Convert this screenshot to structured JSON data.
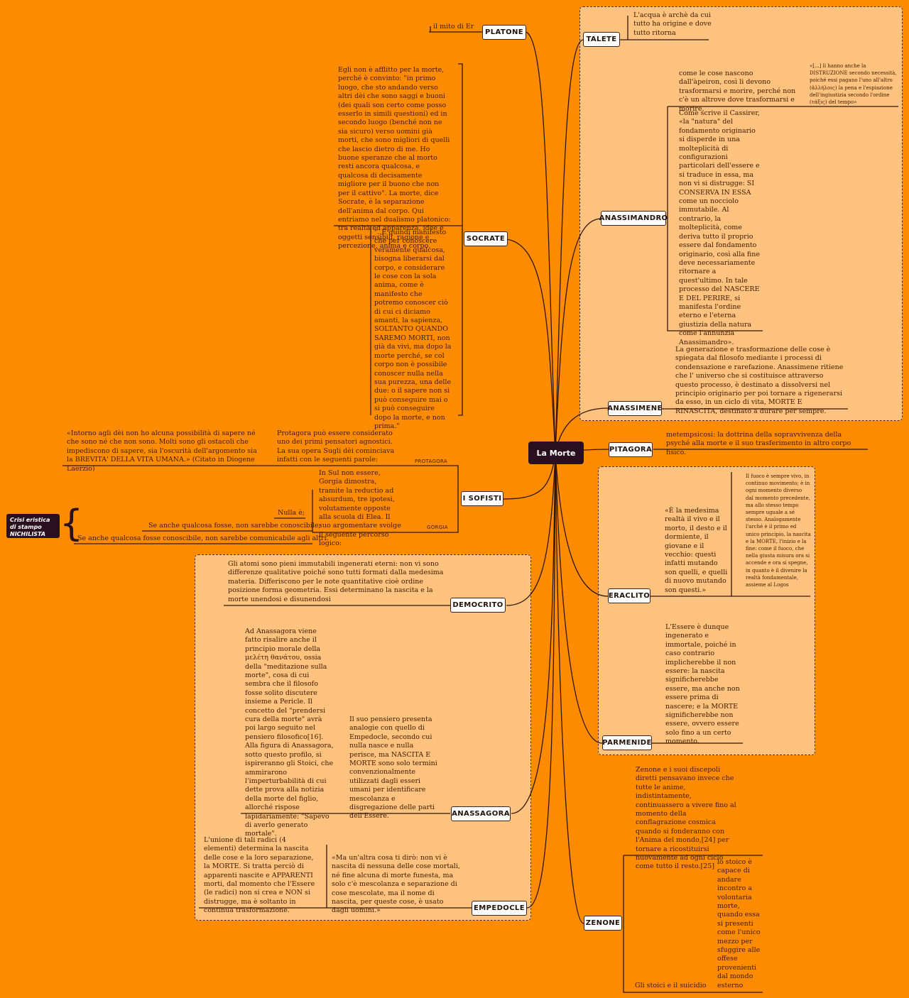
{
  "root": "La Morte",
  "nodes": {
    "platone": "PLATONE",
    "socrate": "SOCRATE",
    "sofisti": "I SOFISTI",
    "democrito": "DEMOCRITO",
    "anassagora": "ANASSAGORA",
    "empedocle": "EMPEDOCLE",
    "talete": "TALETE",
    "anassimandro": "ANASSIMANDRO",
    "anassimene": "ANASSIMENE",
    "pitagora": "PITAGORA",
    "eraclito": "ERACLITO",
    "parmenide": "PARMENIDE",
    "zenone": "ZENONE"
  },
  "crisi_tag": "Crisi eristica di stampo NICHILISTA",
  "labels": {
    "protagora": "PROTAGORA",
    "gorgia": "GORGIA"
  },
  "texts": {
    "platone_mito": "il mito di Er",
    "socrate_1": "Egli non è afflitto per la morte, perché è convinto: \"in primo luogo, che sto andando verso altri dèi che sono saggi e buoni (dei quali son certo come posso esserlo in simili questioni) ed in secondo luogo (benché non ne sia sicuro) verso uomini già morti, che sono migliori di quelli che lascio dietro di me. Ho buone speranze che al morto resti ancora qualcosa, e qualcosa di decisamente migliore per il buono che non per il cattivo\". La morte, dice Socrate, è la separazione dell'anima dal corpo. Qui entriamo nel dualismo platonico: tra realtà ed apparenza, idee e oggetti sensibili, ragione e percezione, anima e corpo.",
    "socrate_2": "\"..È quindi manifesto che per conoscere veramente qualcosa, bisogna liberarsi dal corpo, e considerare le cose con la sola anima, come è manifesto che potremo conoscer ciò di cui ci diciamo amanti, la sapienza, SOLTANTO QUANDO SAREMO MORTI, non già da vivi, ma dopo la morte perché, se col corpo non è possibile conoscer nulla nella sua purezza, una delle due: o il sapere non si può conseguire mai o si può conseguire dopo la morte, e non prima.\"",
    "protagora_quote": "«Intorno agli dèi non ho alcuna possibilità di sapere né che sono né che non sono. Molti sono gli ostacoli che impediscono di sapere, sia l'oscurità dell'argomento sia la BREVITA' DELLA VITA UMANA.» (Citato in Diogene Laerzio)",
    "protagora_intro": "Protagora può essere considerato uno dei primi pensatori agnostici. La sua opera Sugli dèi  cominciava infatti con le seguenti parole:",
    "gorgia": "In Sul non essere, Gorgia dimostra, tramite la reductio ad absurdum, tre ipotesi, volutamente opposte alla scuola di Elea. Il suo argomentare svolge il seguente percorso logico:",
    "nulla": "Nulla è;",
    "se1": "Se anche qualcosa fosse, non sarebbe conoscibile;",
    "se2": "Se anche qualcosa fosse conoscibile, non sarebbe comunicabile agli altri.",
    "democrito": "Gli atomi sono pieni immutabili ingenerati eterni: non vi sono differenze qualitative poiché sono tutti formati dalla medesima materia. Differiscono per le note quantitative cioè ordine posizione forma geometria. Essi determinano la nascita e la morte unendosi e disunendosi",
    "anassagora_1": "Ad Anassagora viene fatto risalire anche il principio morale della μελέτη θανάτου, ossia della \"meditazione sulla morte\", cosa di cui sembra che il filosofo fosse solito discutere insieme a Pericle. Il concetto del \"prendersi cura della morte\" avrà poi largo seguito nel pensiero filosofico[16]. Alla figura di Anassagora, sotto questo profilo, si ispireranno gli Stoici, che ammirarono l'imperturbabilità di cui dette prova alla notizia della morte del figlio, allorché rispose lapidariamente: \"Sapevo di averlo generato mortale\".",
    "anassagora_2": "Il suo pensiero presenta analogie con quello di Empedocle, secondo cui nulla nasce e nulla perisce, ma NASCITA E MORTE sono solo termini convenzionalmente utilizzati dagli esseri umani per identificare mescolanza e disgregazione delle parti dell'Essere.",
    "empedocle_1": "L'unione di tali radici (4 elementi) determina la nascita delle cose e la loro separazione, la MORTE. Si tratta perciò di apparenti nascite e APPARENTI morti, dal momento che l'Essere (le radici) non si crea e NON si distrugge, ma è soltanto in continua trasformazione.",
    "empedocle_2": "«Ma un'altra cosa ti dirò: non vi è nascita di nessuna delle cose mortali, né fine alcuna di morte funesta, ma solo c'è mescolanza e separazione di cose mescolate, ma il nome di nascita, per queste cose, è usato dagli uomini.»",
    "talete": "L'acqua è archè da cui tutto ha origine e dove tutto ritorna",
    "anassimandro_1": "come le cose nascono dall'àpeiron, così li devono trasformarsi e morire, perché non c'è un altrove dove trasformarsi e morire.",
    "anassimandro_small": "«[...] lì hanno anche la DISTRUZIONE secondo necessità, poiché essi pagano l'uno all'altro (ἀλλήλοις) la pena e l'espiazione dell'ingiustizia secondo l'ordine (τάξις) del tempo»",
    "anassimandro_2": "Come scrive il Cassirer, «la \"natura\" del fondamento originario si disperde in una molteplicità di configurazioni particolari dell'essere e si traduce in essa, ma non vi si distrugge: SI CONSERVA IN ESSA come un nocciolo immutabile. Al contrario, la molteplicità, come deriva tutto il proprio essere dal fondamento originario, così alla fine deve necessariamente ritornare a quest'ultimo. In tale processo del NASCERE E DEL PERIRE, si manifesta l'ordine eterno e l'eterna giustizia della natura come l'annunzia Anassimandro».",
    "anassimene": "La generazione e trasformazione delle cose è spiegata dal filosofo mediante i processi di condensazione e rarefazione. Anassimene ritiene che l' universo che si costituisce attraverso questo processo, è destinato a dissolversi nel principio originario per poi tornare a rigenerarsi da esso, in un ciclo di vita, MORTE E RINASCITA, destinato a durare per sempre.",
    "pitagora": "metempsicosi: la dottrina della sopravvivenza della psyché alla morte e il suo trasferimento in altro corpo fisico.",
    "eraclito_1": "«È la medesima realtà il vivo e il morto, il desto e il dormiente, il giovane e il vecchio: questi infatti mutando son quelli, e quelli di nuovo mutando son questi.»",
    "eraclito_small": "Il fuoco è sempre vivo, in continuo movimento; è in ogni momento diverso dal momento precedente, ma allo stesso tempo sempre uguale a sé stesso. Analogamente l'arché è il primo ed unico principio, la nascita e la MORTE, l'inizio e la fine: come il fuoco, che nella giusta misura ora si accende e ora si spegne, in quanto è il divenire la realtà fondamentale, assieme al Logos",
    "parmenide": "L'Essere è dunque ingenerato e immortale, poiché in caso contrario implicherebbe il non essere: la nascita significherebbe essere, ma anche non essere prima di nascere; e la MORTE significherebbe non essere, ovvero essere solo fino a un certo momento.",
    "zenone_1": "Zenone e i suoi discepoli diretti pensavano invece che tutte le anime, indistintamente, continuassero a vivere fino al momento della conflagrazione cosmica quando si fonderanno con l'Anima del mondo,[24] per tornare a ricostituirsi nuovamente ad ogni ciclo come tutto il resto.[25]",
    "zenone_stoici": "Gli stoici e il suicidio",
    "zenone_2": "lo stoico è capace di andare incontro a volontaria morte, quando essa si presenti come l'unico mezzo per sfuggire alle offese provenienti dal mondo esterno"
  }
}
